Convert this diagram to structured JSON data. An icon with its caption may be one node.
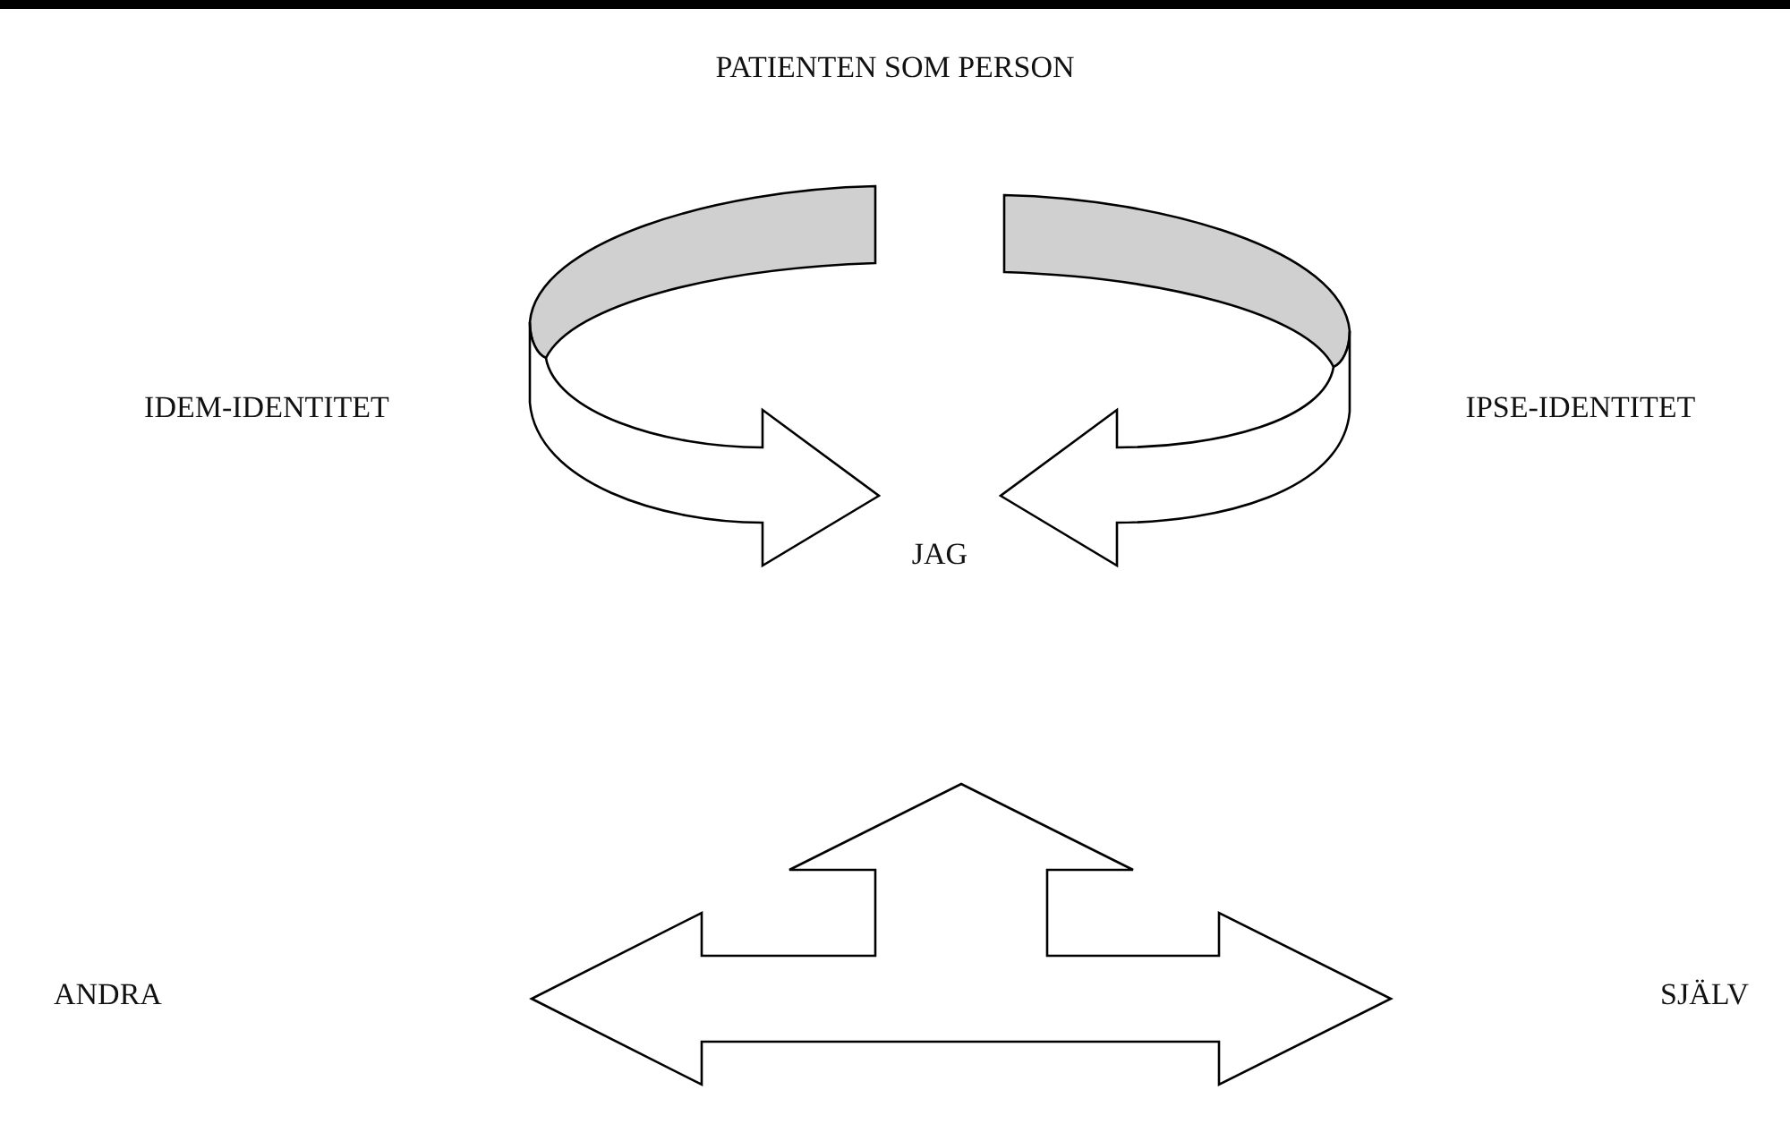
{
  "diagram": {
    "title": "PATIENTEN SOM PERSON",
    "nodes": [
      {
        "text": [
          "IDEM-IDENTITET"
        ]
      },
      {
        "text": [
          "IPSE-IDENTITET"
        ]
      },
      {
        "text": [
          "JAG"
        ]
      },
      {
        "text": [
          "ANDRA"
        ]
      },
      {
        "text": [
          "SJÄLV"
        ]
      }
    ],
    "edges": [
      {
        "from": null,
        "to": 2,
        "arrow": "to"
      },
      {
        "from": null,
        "to": 2,
        "arrow": "to"
      },
      {
        "from": 3,
        "to": 4,
        "arrow": "both"
      }
    ]
  }
}
